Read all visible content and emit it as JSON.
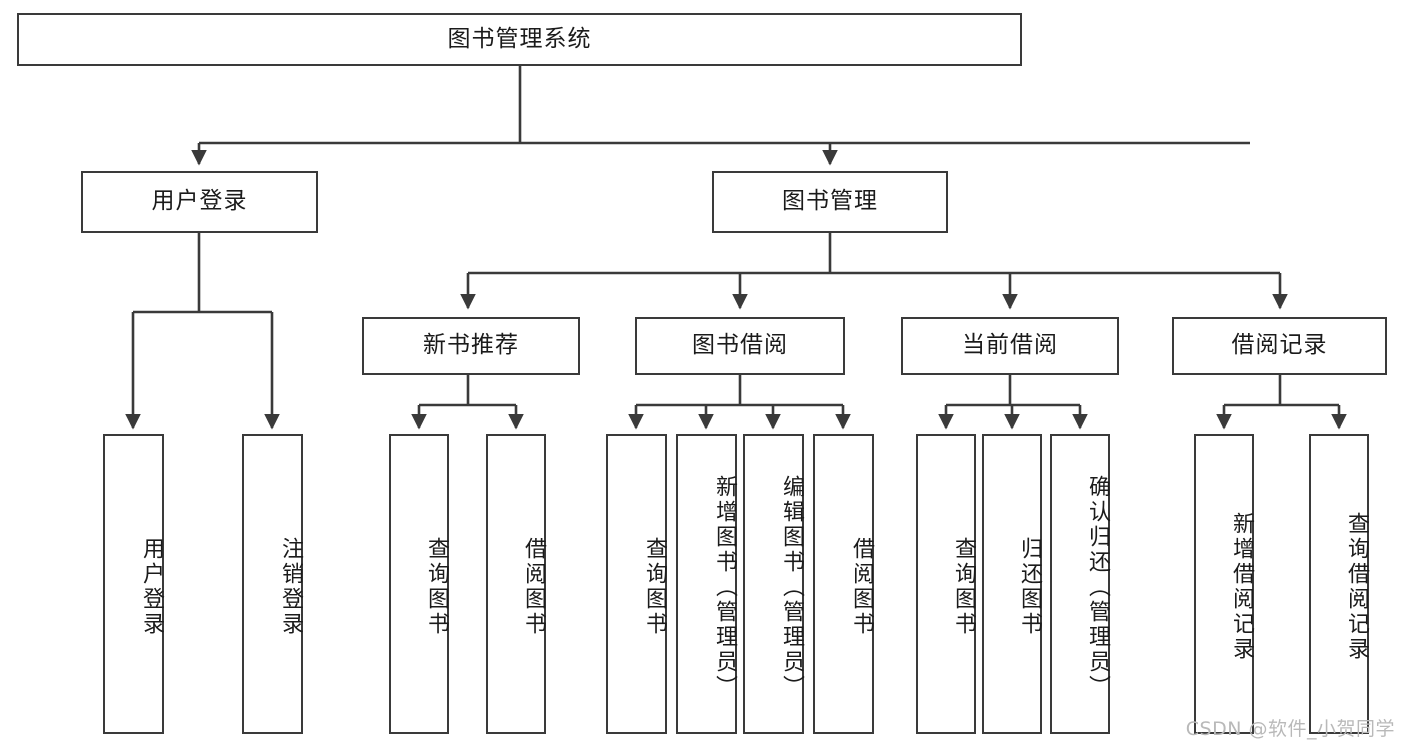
{
  "diagram": {
    "title": "图书管理系统",
    "type": "tree",
    "watermark": "CSDN @软件_小贺同学",
    "colors": {
      "box_border": "#3a3a3a",
      "box_fill": "#ffffff",
      "connector": "#3a3a3a",
      "text": "#1b1b1b",
      "background": "#ffffff",
      "watermark": "#b9b9b9"
    },
    "nodes": {
      "root": {
        "label": "图书管理系统"
      },
      "level1": [
        {
          "label": "用户登录"
        },
        {
          "label": "图书管理"
        }
      ],
      "level2": [
        {
          "label": "新书推荐"
        },
        {
          "label": "图书借阅"
        },
        {
          "label": "当前借阅"
        },
        {
          "label": "借阅记录"
        }
      ],
      "leaves": {
        "user_login": [
          {
            "label": "用户登录"
          },
          {
            "label": "注销登录"
          }
        ],
        "new_book_recommend": [
          {
            "label": "查询图书"
          },
          {
            "label": "借阅图书"
          }
        ],
        "book_borrow": [
          {
            "label": "查询图书"
          },
          {
            "label": "新增图书（管理员）"
          },
          {
            "label": "编辑图书（管理员）"
          },
          {
            "label": "借阅图书"
          }
        ],
        "current_borrow": [
          {
            "label": "查询图书"
          },
          {
            "label": "归还图书"
          },
          {
            "label": "确认归还（管理员）"
          }
        ],
        "borrow_records": [
          {
            "label": "新增借阅记录"
          },
          {
            "label": "查询借阅记录"
          }
        ]
      }
    }
  }
}
